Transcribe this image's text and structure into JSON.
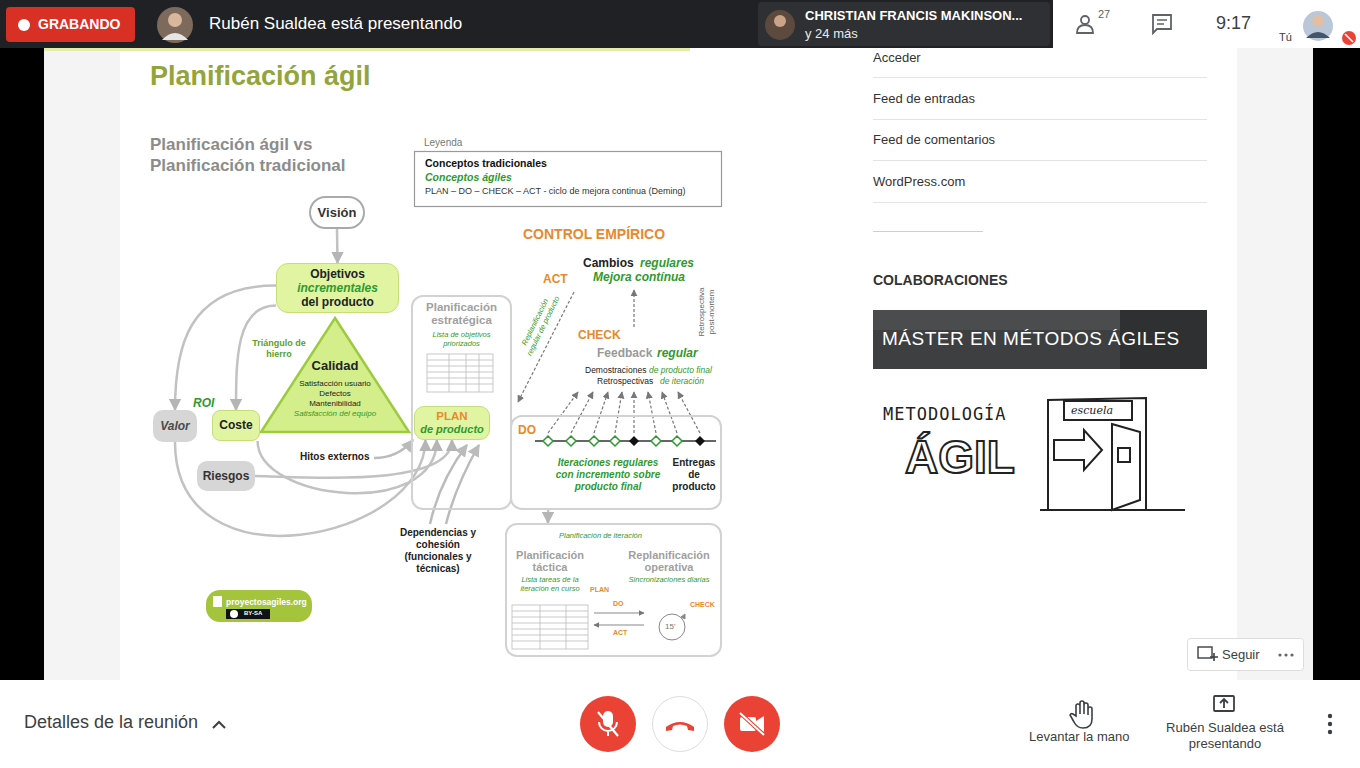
{
  "diagram": {
    "title": "Planificación ágil",
    "nodes": [
      {
        "text": [
          "Visión"
        ]
      },
      {
        "text": [
          "Objetivos",
          "incrementales",
          "del producto"
        ]
      },
      {
        "text": [
          "Calidad",
          "Satisfacción usuario",
          "Defectos",
          "Mantenibilidad",
          "Satisfacción del equipo"
        ]
      },
      {
        "text": [
          "Valor"
        ]
      },
      {
        "text": [
          "Coste"
        ]
      },
      {
        "text": [
          "Riesgos"
        ]
      },
      {
        "text": [
          "Planificación estratégica",
          "Lista de objetivos priorizados"
        ]
      },
      {
        "text": [
          "PLAN",
          "de producto"
        ],
        "in": 6
      },
      {
        "text": [
          "DO",
          "Iteraciones regulares con incremento sobre producto final",
          "Entregas de producto"
        ]
      },
      {
        "text": [
          "Planificación de iteración"
        ]
      },
      {
        "text": [
          "Planificación táctica",
          "Lista tareas de la iteración en curso"
        ],
        "in": 9
      },
      {
        "text": [
          "Replanificación operativa",
          "Sincronizaciones diarias"
        ],
        "in": 9
      }
    ],
    "edges": [
      {
        "from": 0,
        "to": 1,
        "arrow": "to"
      },
      {
        "from": 1,
        "to": 3,
        "arrow": "to"
      },
      {
        "from": 1,
        "to": 4,
        "arrow": "to"
      },
      {
        "from": 3,
        "to": 7,
        "arrow": "to"
      },
      {
        "from": 4,
        "to": 7,
        "arrow": "to"
      },
      {
        "from": 5,
        "to": 7,
        "arrow": "to"
      },
      {
        "from": 8,
        "to": 9,
        "arrow": "to"
      }
    ],
    "labels": [
      "GRABANDO",
      "Rubén Sualdea está presentando",
      "CHRISTIAN FRANCIS MAKINSON...",
      "y 24 más",
      "27",
      "9:17",
      "Tú",
      "Planificación ágil vs Planificación tradicional",
      "Leyenda",
      "CONTROL EMPÍRICO",
      "ACT",
      "Replanificación regular de producto",
      "Cambios",
      "regulares",
      "Mejora contínua",
      "Retrospectiva post-mortem",
      "CHECK",
      "Feedback",
      "regular",
      "Demostraciones",
      "de producto final",
      "Retrospectivas",
      "de iteración",
      "Triángulo de hierro",
      "ROI",
      "Hitos externos",
      "Dependencias y cohesión (funcionales y técnicas)",
      "PLAN",
      "DO",
      "ACT",
      "CHECK",
      "15'",
      "proyectosagiles.org",
      "BY-SA",
      "Acceder",
      "Feed de entradas",
      "Feed de comentarios",
      "WordPress.com",
      "COLABORACIONES",
      "MÁSTER EN MÉTODOS ÁGILES",
      "METODOLOGÍA",
      "ÁGIL",
      "escuela",
      "Seguir",
      "Detalles de la reunión",
      "Levantar la mano",
      "Rubén Sualdea está presentando"
    ],
    "legend": [
      {
        "text": "Conceptos tradicionales"
      },
      {
        "text": "Conceptos ágiles"
      },
      {
        "text": "PLAN – DO – CHECK – ACT - ciclo de mejora continua (Deming)"
      }
    ]
  }
}
